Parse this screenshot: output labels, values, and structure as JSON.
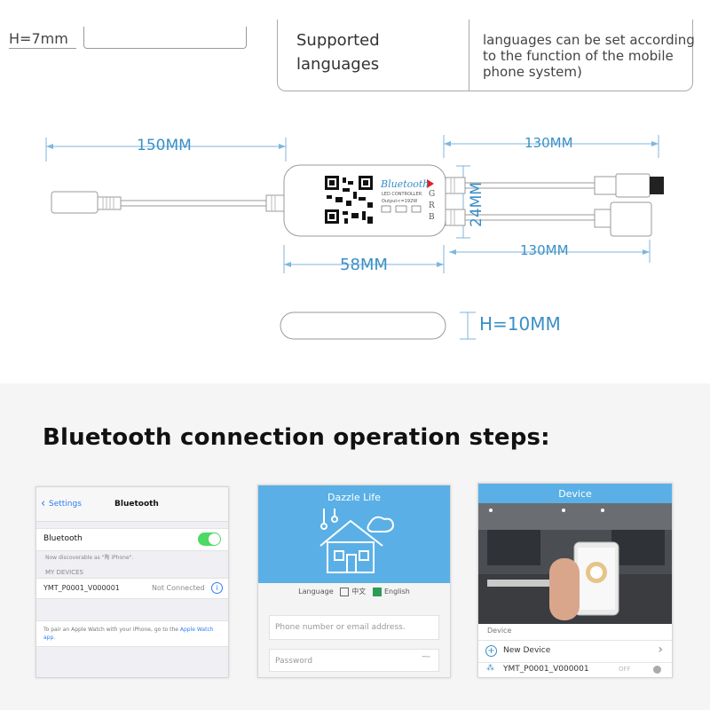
{
  "spec_table": {
    "height_label": "H=7mm",
    "row_label": "Supported\nlanguages",
    "row_value": "languages can be set according\nto the function of the mobile\nphone system)"
  },
  "diagram": {
    "dim_cable_left": "150MM",
    "dim_cable_top_right": "130MM",
    "dim_cable_bottom_right": "130MM",
    "dim_body_width": "58MM",
    "dim_body_height": "24MM",
    "dim_body_thickness": "H=10MM",
    "controller_label_main": "Bluetooth",
    "controller_label_sub": "LED CONTROLLER",
    "controller_label_output": "Output<=192W",
    "controller_pins": [
      "G",
      "R",
      "B"
    ]
  },
  "steps": {
    "title": "Bluetooth connection operation steps:",
    "screen1": {
      "back_label": "Settings",
      "nav_title": "Bluetooth",
      "bt_label": "Bluetooth",
      "discoverable": "Now discoverable as \"陶 iPhone\".",
      "section_header": "MY DEVICES",
      "device_name": "YMT_P0001_V000001",
      "device_status": "Not Connected",
      "footer_note": "To pair an Apple Watch with your iPhone, go to the ",
      "footer_link": "Apple Watch app."
    },
    "screen2": {
      "app_name": "Dazzle Life",
      "language_label": "Language",
      "lang_option_1": "中文",
      "lang_option_2": "English",
      "phone_placeholder": "Phone number or email address.",
      "password_placeholder": "Password"
    },
    "screen3": {
      "header_title": "Device",
      "section_label": "Device",
      "new_device_label": "New Device",
      "device_name": "YMT_P0001_V000001",
      "device_state": "OFF"
    }
  },
  "colors": {
    "dimension_blue": "#3a8fc7",
    "app_blue": "#5ab0e6",
    "ios_link_blue": "#2f7cf6",
    "toggle_green": "#4cd964"
  }
}
